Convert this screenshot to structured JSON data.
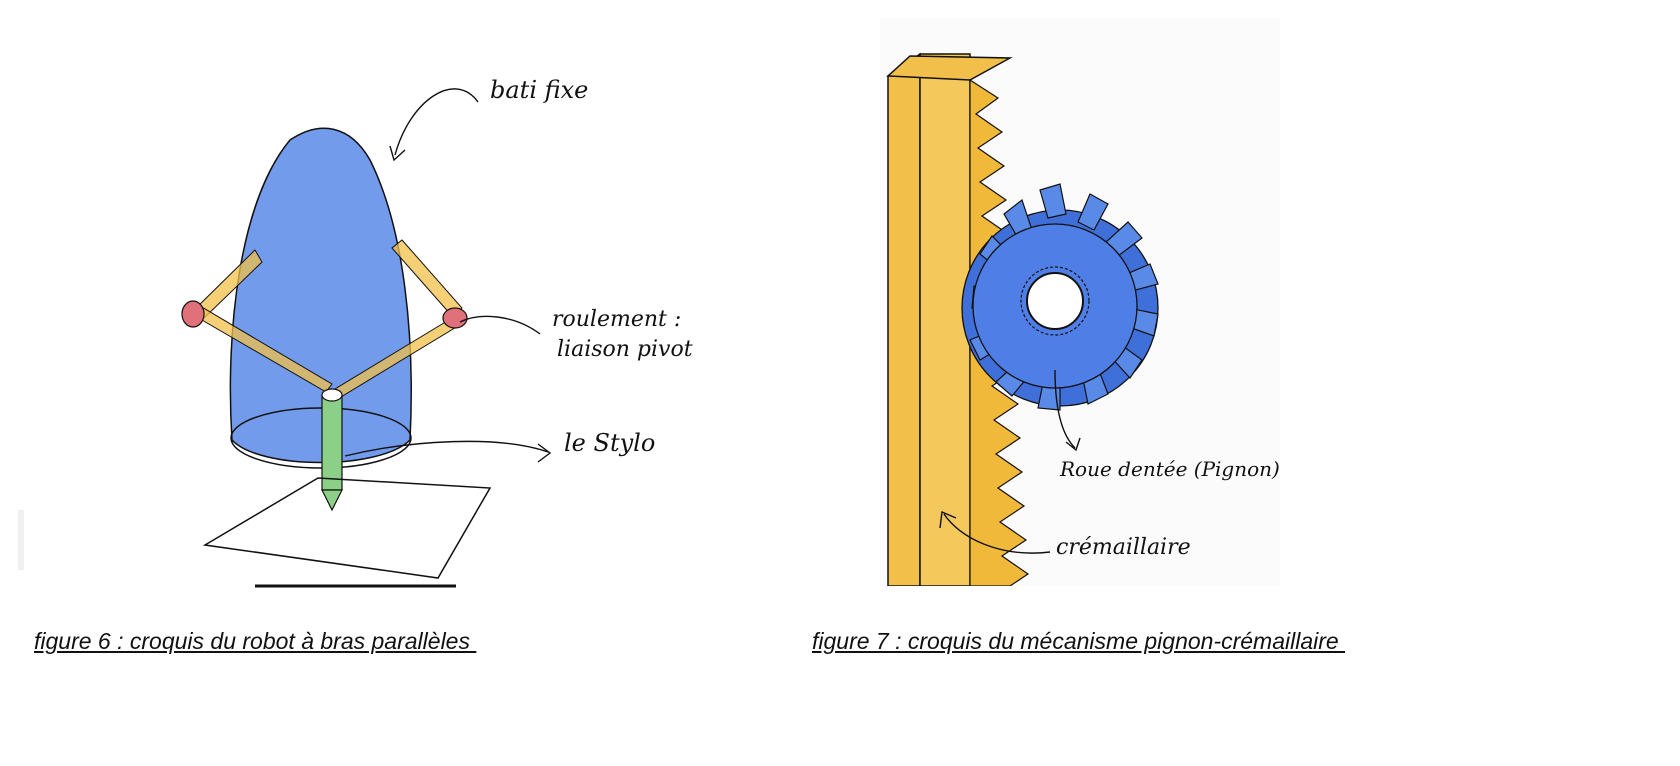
{
  "figure6": {
    "labels": {
      "bati": "bati fixe",
      "roulement_1": "roulement :",
      "roulement_2": "liaison pivot",
      "stylo": "le Stylo"
    },
    "caption": "figure 6 : croquis du robot à bras parallèles "
  },
  "figure7": {
    "labels": {
      "roue": "Roue dentée (Pignon)",
      "cremaillere": "crémaillaire"
    },
    "caption": "figure 7 : croquis du mécanisme pignon-crémaillaire "
  },
  "colors": {
    "blue": "#4f7fe6",
    "yellow": "#f2c04a",
    "green": "#8ccf86",
    "red": "#e0707a"
  }
}
